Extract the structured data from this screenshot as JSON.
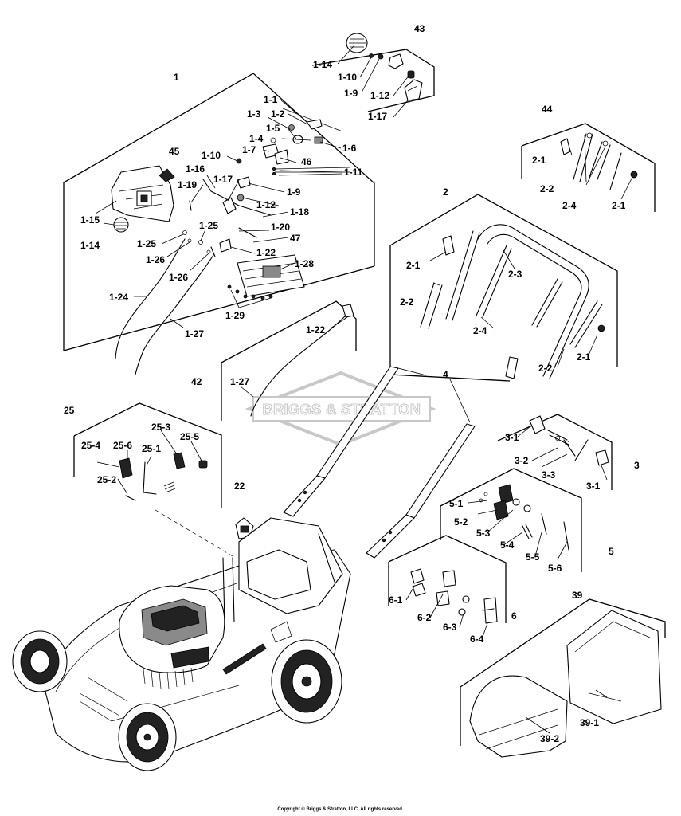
{
  "watermark": "BRIGGS & STRATTON",
  "copyright": "Copyright © Briggs & Stratton, LLC. All rights reserved.",
  "labels": [
    {
      "id": "l43",
      "text": "43"
    },
    {
      "id": "l1-14a",
      "text": "1-14"
    },
    {
      "id": "l1-10a",
      "text": "1-10"
    },
    {
      "id": "l1-9a",
      "text": "1-9"
    },
    {
      "id": "l1-12a",
      "text": "1-12"
    },
    {
      "id": "l1-17a",
      "text": "1-17"
    },
    {
      "id": "l1",
      "text": "1"
    },
    {
      "id": "l1-1",
      "text": "1-1"
    },
    {
      "id": "l1-3",
      "text": "1-3"
    },
    {
      "id": "l1-2",
      "text": "1-2"
    },
    {
      "id": "l1-5",
      "text": "1-5"
    },
    {
      "id": "l1-4",
      "text": "1-4"
    },
    {
      "id": "l1-6",
      "text": "1-6"
    },
    {
      "id": "l1-7",
      "text": "1-7"
    },
    {
      "id": "l1-10b",
      "text": "1-10"
    },
    {
      "id": "l46",
      "text": "46"
    },
    {
      "id": "l1-11",
      "text": "1-11"
    },
    {
      "id": "l45",
      "text": "45"
    },
    {
      "id": "l1-16",
      "text": "1-16"
    },
    {
      "id": "l1-17b",
      "text": "1-17"
    },
    {
      "id": "l1-19",
      "text": "1-19"
    },
    {
      "id": "l1-9b",
      "text": "1-9"
    },
    {
      "id": "l1-12b",
      "text": "1-12"
    },
    {
      "id": "l1-15",
      "text": "1-15"
    },
    {
      "id": "l1-18",
      "text": "1-18"
    },
    {
      "id": "l1-25a",
      "text": "1-25"
    },
    {
      "id": "l1-20",
      "text": "1-20"
    },
    {
      "id": "l1-14b",
      "text": "1-14"
    },
    {
      "id": "l1-25b",
      "text": "1-25"
    },
    {
      "id": "l47",
      "text": "47"
    },
    {
      "id": "l1-26a",
      "text": "1-26"
    },
    {
      "id": "l1-22a",
      "text": "1-22"
    },
    {
      "id": "l1-28",
      "text": "1-28"
    },
    {
      "id": "l1-26b",
      "text": "1-26"
    },
    {
      "id": "l1-24",
      "text": "1-24"
    },
    {
      "id": "l1-29",
      "text": "1-29"
    },
    {
      "id": "l1-27a",
      "text": "1-27"
    },
    {
      "id": "l44",
      "text": "44"
    },
    {
      "id": "l2-1a",
      "text": "2-1"
    },
    {
      "id": "l2-2a",
      "text": "2-2"
    },
    {
      "id": "l2-4a",
      "text": "2-4"
    },
    {
      "id": "l2-1b",
      "text": "2-1"
    },
    {
      "id": "l2",
      "text": "2"
    },
    {
      "id": "l2-1c",
      "text": "2-1"
    },
    {
      "id": "l2-3",
      "text": "2-3"
    },
    {
      "id": "l2-2b",
      "text": "2-2"
    },
    {
      "id": "l2-4b",
      "text": "2-4"
    },
    {
      "id": "l2-1d",
      "text": "2-1"
    },
    {
      "id": "l2-2c",
      "text": "2-2"
    },
    {
      "id": "l1-22b",
      "text": "1-22"
    },
    {
      "id": "l42",
      "text": "42"
    },
    {
      "id": "l1-27b",
      "text": "1-27"
    },
    {
      "id": "l4",
      "text": "4"
    },
    {
      "id": "l25",
      "text": "25"
    },
    {
      "id": "l25-3",
      "text": "25-3"
    },
    {
      "id": "l25-4",
      "text": "25-4"
    },
    {
      "id": "l25-6",
      "text": "25-6"
    },
    {
      "id": "l25-5",
      "text": "25-5"
    },
    {
      "id": "l25-1",
      "text": "25-1"
    },
    {
      "id": "l25-2",
      "text": "25-2"
    },
    {
      "id": "l3-1a",
      "text": "3-1"
    },
    {
      "id": "l3-2",
      "text": "3-2"
    },
    {
      "id": "l3-3",
      "text": "3-3"
    },
    {
      "id": "l3",
      "text": "3"
    },
    {
      "id": "l3-1b",
      "text": "3-1"
    },
    {
      "id": "l22",
      "text": "22"
    },
    {
      "id": "l5-1",
      "text": "5-1"
    },
    {
      "id": "l5-2",
      "text": "5-2"
    },
    {
      "id": "l5-3",
      "text": "5-3"
    },
    {
      "id": "l5-4",
      "text": "5-4"
    },
    {
      "id": "l5",
      "text": "5"
    },
    {
      "id": "l5-5",
      "text": "5-5"
    },
    {
      "id": "l5-6",
      "text": "5-6"
    },
    {
      "id": "l6-1",
      "text": "6-1"
    },
    {
      "id": "l6-2",
      "text": "6-2"
    },
    {
      "id": "l6",
      "text": "6"
    },
    {
      "id": "l6-3",
      "text": "6-3"
    },
    {
      "id": "l6-4",
      "text": "6-4"
    },
    {
      "id": "l39",
      "text": "39"
    },
    {
      "id": "l39-1",
      "text": "39-1"
    },
    {
      "id": "l39-2",
      "text": "39-2"
    }
  ]
}
